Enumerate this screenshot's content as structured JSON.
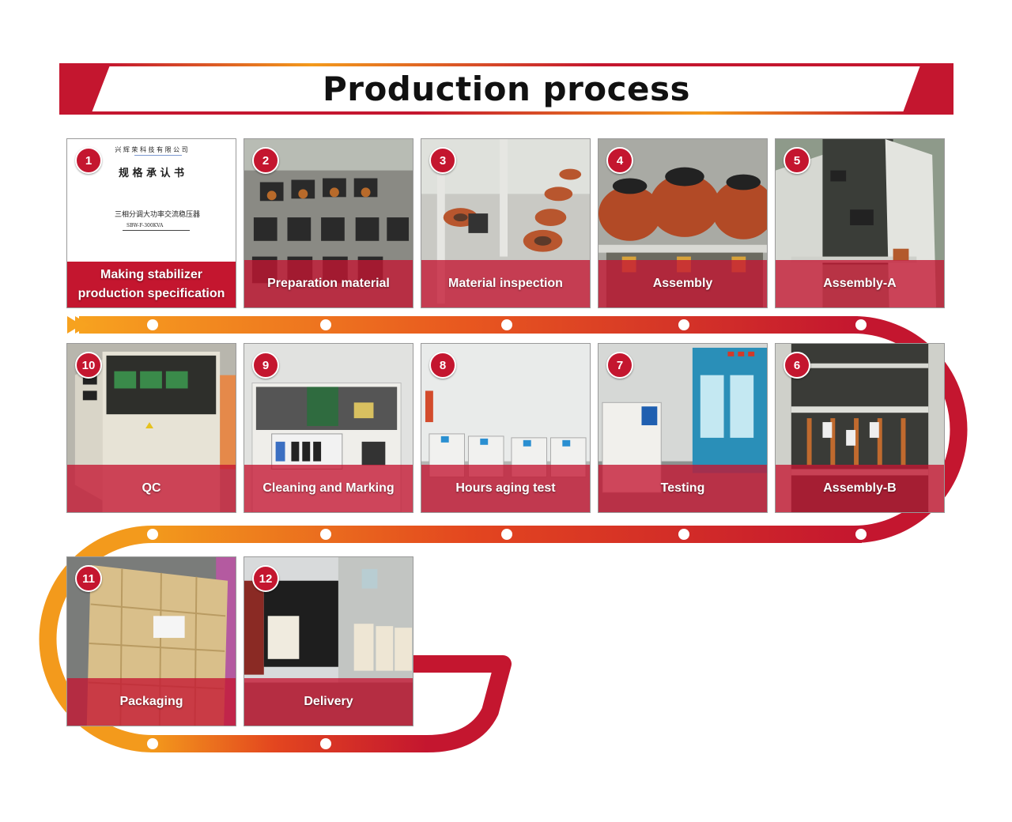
{
  "title": "Production process",
  "colors": {
    "brand_red": "#c4162f",
    "accent_orange": "#f39a1c"
  },
  "steps": [
    {
      "number": "1",
      "label": "Making stabilizer production specification"
    },
    {
      "number": "2",
      "label": "Preparation material"
    },
    {
      "number": "3",
      "label": "Material inspection"
    },
    {
      "number": "4",
      "label": "Assembly"
    },
    {
      "number": "5",
      "label": "Assembly-A"
    },
    {
      "number": "6",
      "label": "Assembly-B"
    },
    {
      "number": "7",
      "label": "Testing"
    },
    {
      "number": "8",
      "label": "Hours aging test"
    },
    {
      "number": "9",
      "label": "Cleaning and Marking"
    },
    {
      "number": "10",
      "label": "QC"
    },
    {
      "number": "11",
      "label": "Packaging"
    },
    {
      "number": "12",
      "label": "Delivery"
    }
  ],
  "document": {
    "company": "兴 辉 荣 科 技 有 限 公 司",
    "heading": "规 格 承 认 书",
    "product": "三相分调大功率交流稳压器",
    "model": "SBW-F-300KVA"
  }
}
